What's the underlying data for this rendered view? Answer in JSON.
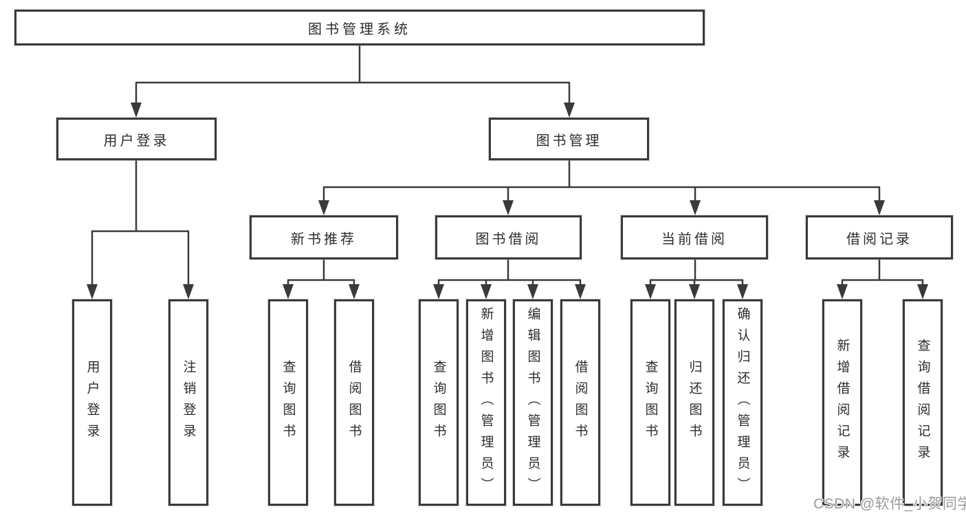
{
  "tree": {
    "root": {
      "label": "图书管理系统"
    },
    "children": [
      {
        "label": "用户登录",
        "children": [
          {
            "label": "用户登录"
          },
          {
            "label": "注销登录"
          }
        ]
      },
      {
        "label": "图书管理",
        "children": [
          {
            "label": "新书推荐",
            "children": [
              {
                "label": "查询图书"
              },
              {
                "label": "借阅图书"
              }
            ]
          },
          {
            "label": "图书借阅",
            "children": [
              {
                "label": "查询图书"
              },
              {
                "label": "新增图书（管理员）"
              },
              {
                "label": "编辑图书（管理员）"
              },
              {
                "label": "借阅图书"
              }
            ]
          },
          {
            "label": "当前借阅",
            "children": [
              {
                "label": "查询图书"
              },
              {
                "label": "归还图书"
              },
              {
                "label": "确认归还（管理员）"
              }
            ]
          },
          {
            "label": "借阅记录",
            "children": [
              {
                "label": "新增借阅记录"
              },
              {
                "label": "查询借阅记录"
              }
            ]
          }
        ]
      }
    ]
  },
  "watermark": {
    "text": "CSDN @软件_小贺同学"
  },
  "colors": {
    "line": "#3a3a3c",
    "text": "#2d2d31",
    "watermark": "#9a9a9a",
    "background": "#ffffff"
  }
}
